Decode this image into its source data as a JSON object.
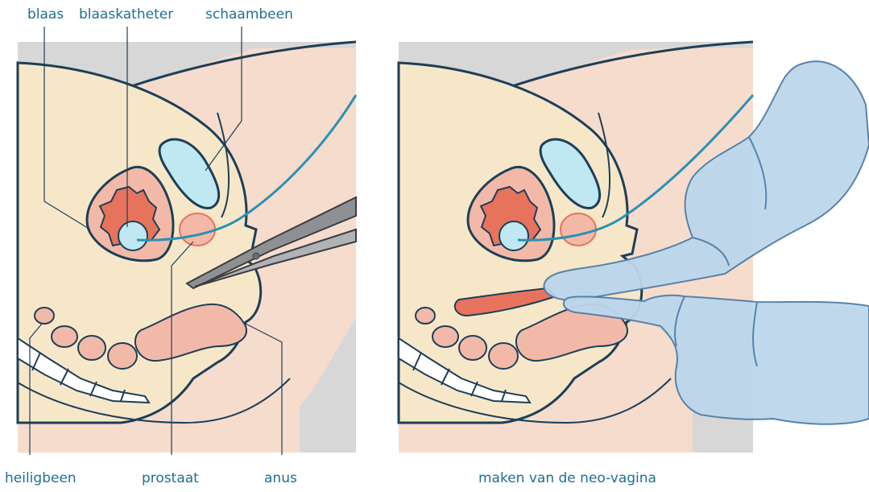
{
  "labels": {
    "blaas": "blaas",
    "blaaskatheter": "blaaskatheter",
    "schaambeen": "schaambeen",
    "heiligbeen": "heiligbeen",
    "prostaat": "prostaat",
    "anus": "anus",
    "caption": "maken van de neo-vagina"
  },
  "colors": {
    "background_panel": "#f6dccd",
    "grey_corner": "#d7d7d7",
    "body_cream": "#f6e7c9",
    "outline_dark": "#1d3f57",
    "bladder_pink": "#f3b9a8",
    "bladder_red": "#e8735c",
    "catheter_blue": "#bfe8f2",
    "catheter_line": "#2a91b3",
    "label_blue": "#1f6f91",
    "glove_blue": "#bcd6ec",
    "glove_outline": "#4f7ea6",
    "scissors_grey": "#8e9094"
  }
}
